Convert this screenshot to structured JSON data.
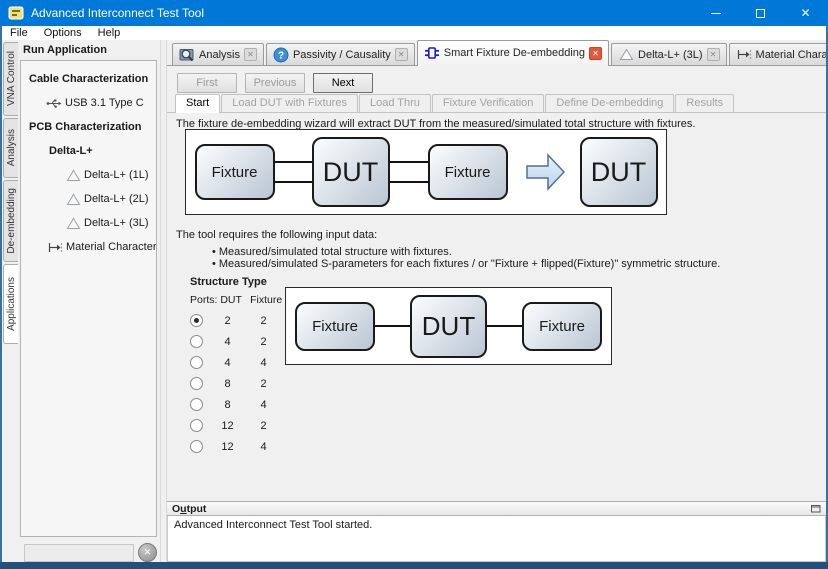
{
  "window": {
    "title": "Advanced Interconnect Test Tool",
    "controls": {
      "minimize": "minimize-icon",
      "maximize": "maximize-icon",
      "close": "close-icon"
    }
  },
  "menu": {
    "items": [
      "File",
      "Options",
      "Help"
    ]
  },
  "side_tabs": {
    "items": [
      {
        "label": "VNA Control",
        "active": false
      },
      {
        "label": "Analysis",
        "active": false
      },
      {
        "label": "De-embedding",
        "active": false
      },
      {
        "label": "Applications",
        "active": true
      }
    ]
  },
  "left_panel": {
    "header": "Run Application",
    "tree": [
      {
        "label": "Cable Characterization",
        "bold": true,
        "icon": ""
      },
      {
        "label": "USB 3.1 Type C",
        "bold": false,
        "icon": "usb-icon"
      },
      {
        "label": "PCB Characterization",
        "bold": true,
        "icon": ""
      },
      {
        "label": "Delta-L+",
        "bold": true,
        "icon": ""
      },
      {
        "label": "Delta-L+ (1L)",
        "bold": false,
        "icon": "triangle-icon"
      },
      {
        "label": "Delta-L+ (2L)",
        "bold": false,
        "icon": "triangle-icon"
      },
      {
        "label": "Delta-L+ (3L)",
        "bold": false,
        "icon": "triangle-icon"
      },
      {
        "label": "Material Characterization",
        "bold": false,
        "icon": "material-icon"
      }
    ],
    "filter_input": {
      "value": "",
      "placeholder": ""
    },
    "clear_button_glyph": "✕"
  },
  "document_tabs": [
    {
      "label": "Analysis",
      "icon": "analysis-icon",
      "active": false,
      "close": "✕"
    },
    {
      "label": "Passivity / Causality",
      "icon": "question-icon",
      "active": false,
      "close": "✕"
    },
    {
      "label": "Smart Fixture De-embedding",
      "icon": "dut-symbol-icon",
      "active": true,
      "close": "✕"
    },
    {
      "label": "Delta-L+ (3L)",
      "icon": "triangle-icon",
      "active": false,
      "close": "✕"
    },
    {
      "label": "Material Characterization",
      "icon": "material-icon",
      "active": false,
      "close": "✕"
    }
  ],
  "wizard": {
    "nav_buttons": [
      {
        "label": "First",
        "enabled": false
      },
      {
        "label": "Previous",
        "enabled": false
      },
      {
        "label": "Next",
        "enabled": true
      }
    ],
    "step_tabs": [
      {
        "label": "Start",
        "active": true
      },
      {
        "label": "Load DUT with Fixtures",
        "active": false
      },
      {
        "label": "Load Thru",
        "active": false
      },
      {
        "label": "Fixture Verification",
        "active": false
      },
      {
        "label": "Define De-embedding",
        "active": false
      },
      {
        "label": "Results",
        "active": false
      }
    ],
    "intro_text": "The fixture de-embedding wizard will extract DUT from the measured/simulated total structure with fixtures.",
    "diagram_top": {
      "left_box": "Fixture",
      "center_box": "DUT",
      "right_box": "Fixture",
      "arrow": "right-block-arrow",
      "result_box": "DUT"
    },
    "requires_text": "The tool requires the following input data:",
    "bullets": [
      "Measured/simulated total structure with fixtures.",
      "Measured/simulated S-parameters for each fixtures / or \"Fixture + flipped(Fixture)\" symmetric structure."
    ],
    "structure_type": {
      "title": "Structure Type",
      "columns": [
        "Ports: DUT",
        "Fixture"
      ],
      "options": [
        {
          "dut": "2",
          "fixture": "2",
          "selected": true
        },
        {
          "dut": "4",
          "fixture": "2",
          "selected": false
        },
        {
          "dut": "4",
          "fixture": "4",
          "selected": false
        },
        {
          "dut": "8",
          "fixture": "2",
          "selected": false
        },
        {
          "dut": "8",
          "fixture": "4",
          "selected": false
        },
        {
          "dut": "12",
          "fixture": "2",
          "selected": false
        },
        {
          "dut": "12",
          "fixture": "4",
          "selected": false
        }
      ]
    },
    "diagram_bottom": {
      "left_box": "Fixture",
      "center_box": "DUT",
      "right_box": "Fixture"
    }
  },
  "output_panel": {
    "title_pre": "O",
    "title_mnemonic": "u",
    "title_post": "tput",
    "float_icon": "float-panel-icon",
    "log": "Advanced Interconnect Test Tool started."
  },
  "colors": {
    "titlebar": "#0078d7",
    "window_border_bottom": "#24507c",
    "active_tab_close": "#e2593a",
    "diagram_box_gradient_start": "#fcfdfe",
    "diagram_box_gradient_end": "#b9c6d3",
    "arrow_fill": "#cfe3f5"
  }
}
